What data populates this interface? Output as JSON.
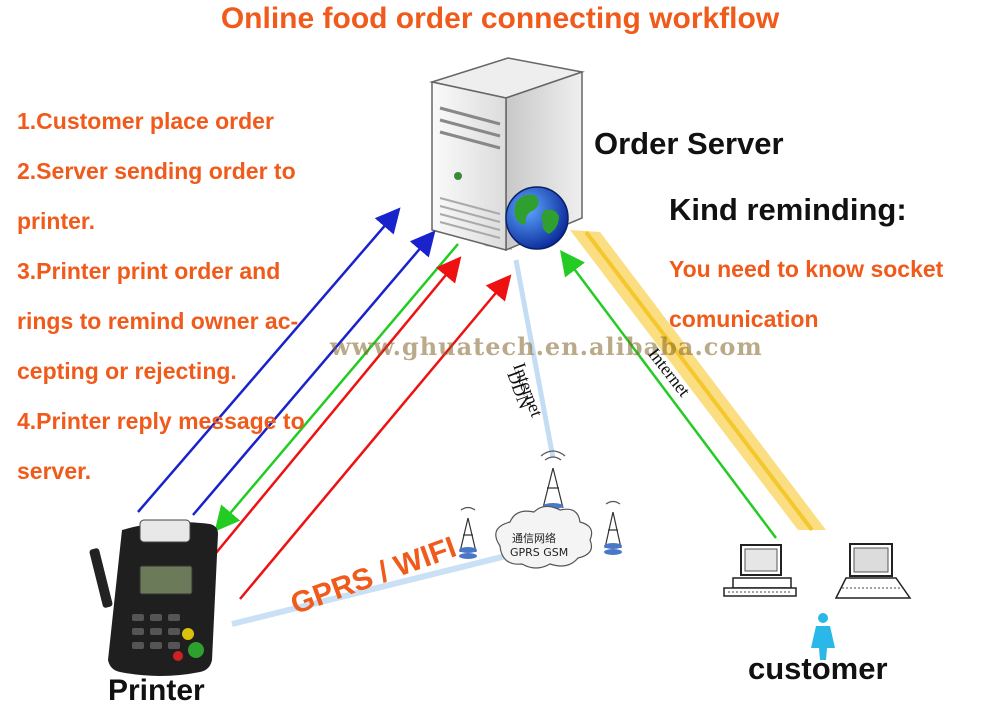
{
  "title": "Online food order connecting workflow",
  "steps": [
    "1.Customer place order",
    "2.Server sending order to",
    "printer.",
    "3.Printer print order and",
    "rings to remind owner ac-",
    "cepting or rejecting.",
    "4.Printer reply message to",
    "server."
  ],
  "server_label": "Order Server",
  "kind_reminding": {
    "title": "Kind reminding:",
    "lines": [
      "You need to know socket",
      "comunication"
    ]
  },
  "printer_label": "Printer",
  "customer_label": "customer",
  "gprs_label": "GPRS / WIFI",
  "watermark": "www.ghuatech.en.alibaba.com",
  "internet_left": "Internet",
  "ddn": "DDN",
  "internet_right": "Internet",
  "cloud_line1": "通信网络",
  "cloud_line2": "GPRS GSM",
  "colors": {
    "orange": "#f05a1a",
    "blue": "#1a22cc",
    "green": "#22cc22",
    "red": "#ee1111",
    "yellow": "#f5c21a"
  },
  "icons": [
    "server-tower-icon",
    "globe-icon",
    "pos-printer-icon",
    "cell-tower-icon",
    "cloud-icon",
    "desktop-computer-icon",
    "laptop-icon",
    "person-icon"
  ]
}
